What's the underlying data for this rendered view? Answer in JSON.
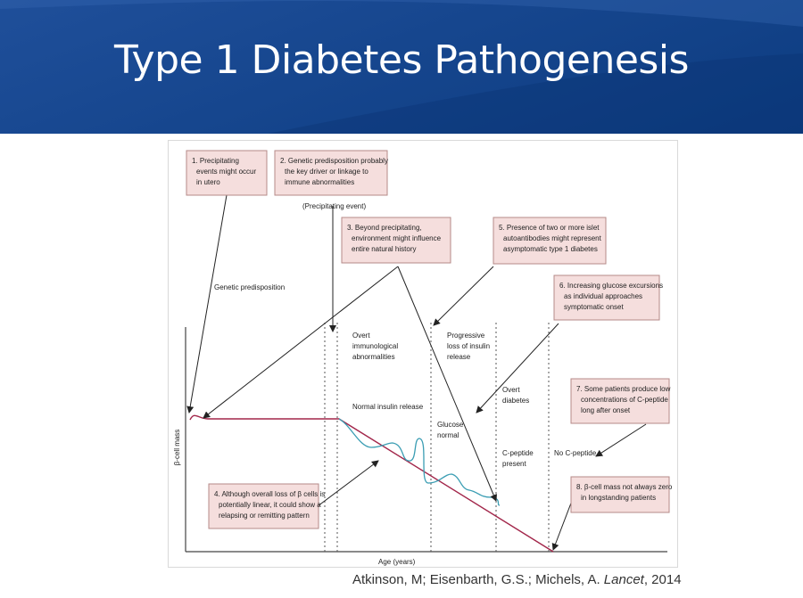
{
  "slide": {
    "title": "Type 1 Diabetes Pathogenesis"
  },
  "citation": {
    "authors": "Atkinson, M; Eisenbarth, G.S.; Michels, A.",
    "journal": "Lancet",
    "year": ", 2014"
  },
  "diagram": {
    "axis": {
      "y_label": "β-cell mass",
      "x_label": "Age (years)"
    },
    "notes": [
      {
        "lines": [
          "1. Precipitating",
          "events might occur",
          "in utero"
        ]
      },
      {
        "lines": [
          "2. Genetic predisposition probably",
          "the key driver or linkage to",
          "immune abnormalities"
        ]
      },
      {
        "lines": [
          "3. Beyond precipitating,",
          "environment might influence",
          "entire natural history"
        ]
      },
      {
        "lines": [
          "5. Presence of two or more islet",
          "autoantibodies might represent",
          "asymptomatic type 1 diabetes"
        ]
      },
      {
        "lines": [
          "6. Increasing glucose excursions",
          "as individual approaches",
          "symptomatic onset"
        ]
      },
      {
        "lines": [
          "7. Some patients produce low",
          "concentrations of C-peptide",
          "long after onset"
        ]
      },
      {
        "lines": [
          "4. Although overall loss of β cells is",
          "potentially linear, it could show a",
          "relapsing or remitting pattern"
        ]
      },
      {
        "lines": [
          "8. β-cell mass not always zero",
          "in longstanding patients"
        ]
      }
    ],
    "labels": {
      "precipitating_event": "(Precipitating event)",
      "genetic_predisposition": "Genetic predisposition",
      "overt_immunological": [
        "Overt",
        "immunological",
        "abnormalities"
      ],
      "progressive_loss": [
        "Progressive",
        "loss of insulin",
        "release"
      ],
      "normal_insulin": "Normal insulin release",
      "glucose_normal": [
        "Glucose",
        "normal"
      ],
      "overt_diabetes": [
        "Overt",
        "diabetes"
      ],
      "c_peptide_present": [
        "C-peptide",
        "present"
      ],
      "no_c_peptide": "No C-peptide"
    },
    "colors": {
      "note_fill": "#f5dedd",
      "note_stroke": "#b58a88",
      "mass_line": "#a2264a",
      "relapse_line": "#3a9db3",
      "header_blue": "#16468e"
    }
  }
}
